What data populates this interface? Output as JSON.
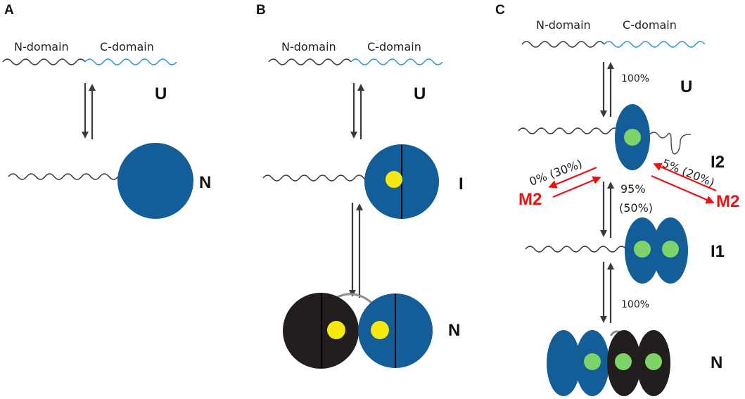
{
  "colors": {
    "blue": "#135d98",
    "dark": "#231e1e",
    "yellow": "#f5ea0c",
    "green": "#7ed468",
    "c_domain_chain": "#2196d8",
    "n_domain_chain": "#333333",
    "arrow": "#3a3a3a",
    "red_arrow": "#ee1111",
    "linker": "#8c8c8c"
  },
  "panel_a": {
    "letter": "A",
    "n_domain_label": "N-domain",
    "c_domain_label": "C-domain",
    "state_top": "U",
    "state_bottom": "N"
  },
  "panel_b": {
    "letter": "B",
    "n_domain_label": "N-domain",
    "c_domain_label": "C-domain",
    "state_top": "U",
    "state_middle": "I",
    "state_bottom": "N"
  },
  "panel_c": {
    "letter": "C",
    "n_domain_label": "N-domain",
    "c_domain_label": "C-domain",
    "state_u": "U",
    "state_i2": "I2",
    "state_i1": "I1",
    "state_n": "N",
    "pct_u_i2": "100%",
    "pct_left": "0%  (30%)",
    "pct_right": "5%  (20%)",
    "pct_mid_1": "95%",
    "pct_mid_2": "(50%)",
    "pct_i1_n": "100%",
    "m2_left": "M2",
    "m2_right": "M2"
  }
}
